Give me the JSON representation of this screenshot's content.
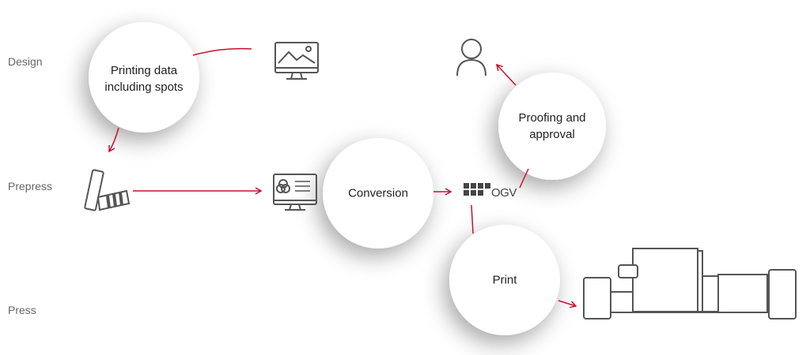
{
  "lanes": {
    "design": "Design",
    "prepress": "Prepress",
    "press": "Press"
  },
  "nodes": {
    "printing_data": "Printing data including spots",
    "conversion": "Conversion",
    "proofing": "Proofing and approval",
    "print": "Print"
  },
  "logo": {
    "text": "OGV"
  },
  "colors": {
    "arrow": "#c8102e",
    "icon": "#555555"
  }
}
